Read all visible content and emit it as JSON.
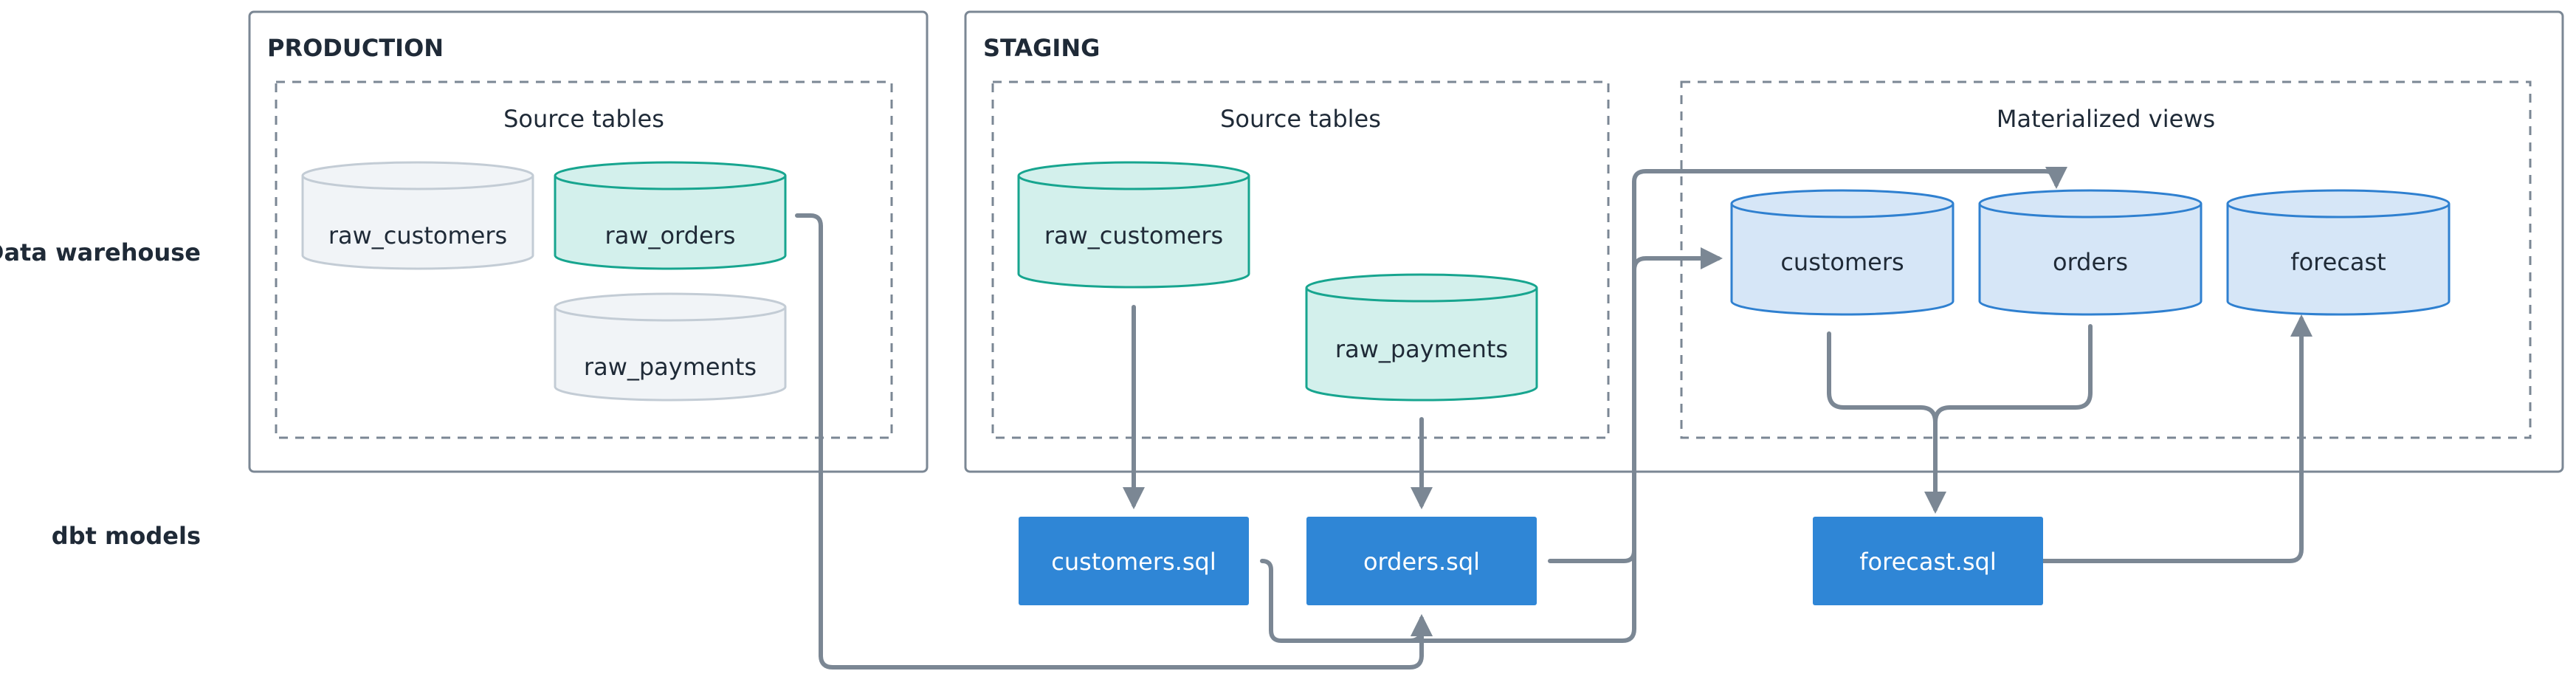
{
  "row_labels": {
    "warehouse": "Data warehouse",
    "models": "dbt models"
  },
  "production": {
    "title": "PRODUCTION",
    "source_group": "Source tables",
    "tables": {
      "raw_customers": "raw_customers",
      "raw_orders": "raw_orders",
      "raw_payments": "raw_payments"
    }
  },
  "staging": {
    "title": "STAGING",
    "source_group": "Source tables",
    "views_group": "Materialized views",
    "tables": {
      "raw_customers": "raw_customers",
      "raw_payments": "raw_payments"
    },
    "views": {
      "customers": "customers",
      "orders": "orders",
      "forecast": "forecast"
    }
  },
  "models": {
    "customers": "customers.sql",
    "orders": "orders.sql",
    "forecast": "forecast.sql"
  },
  "colors": {
    "frame": "#7b8794",
    "arrow": "#7b8794",
    "gray_fill": "#f1f4f7",
    "gray_stroke": "#c3ccd5",
    "teal_fill": "#d3f0ec",
    "teal_stroke": "#17a58f",
    "blue_fill": "#d6e6f7",
    "blue_stroke": "#2f80d0",
    "model_fill": "#2f86d6"
  }
}
